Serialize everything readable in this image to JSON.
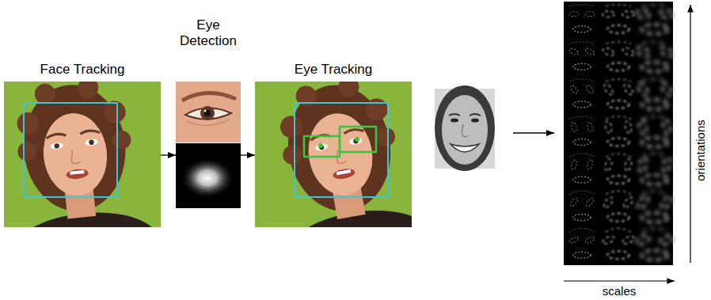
{
  "diagram": {
    "nodes": [
      {
        "text": [
          "Face Tracking"
        ]
      },
      {
        "text": [
          "Eye Detection"
        ]
      },
      {
        "text": [
          "Eye Tracking"
        ]
      }
    ],
    "edges": [
      {
        "from": 0,
        "to": 1,
        "arrow": "to"
      },
      {
        "from": 1,
        "to": 2,
        "arrow": "to"
      }
    ],
    "labels": [
      "orientations",
      "scales"
    ]
  }
}
